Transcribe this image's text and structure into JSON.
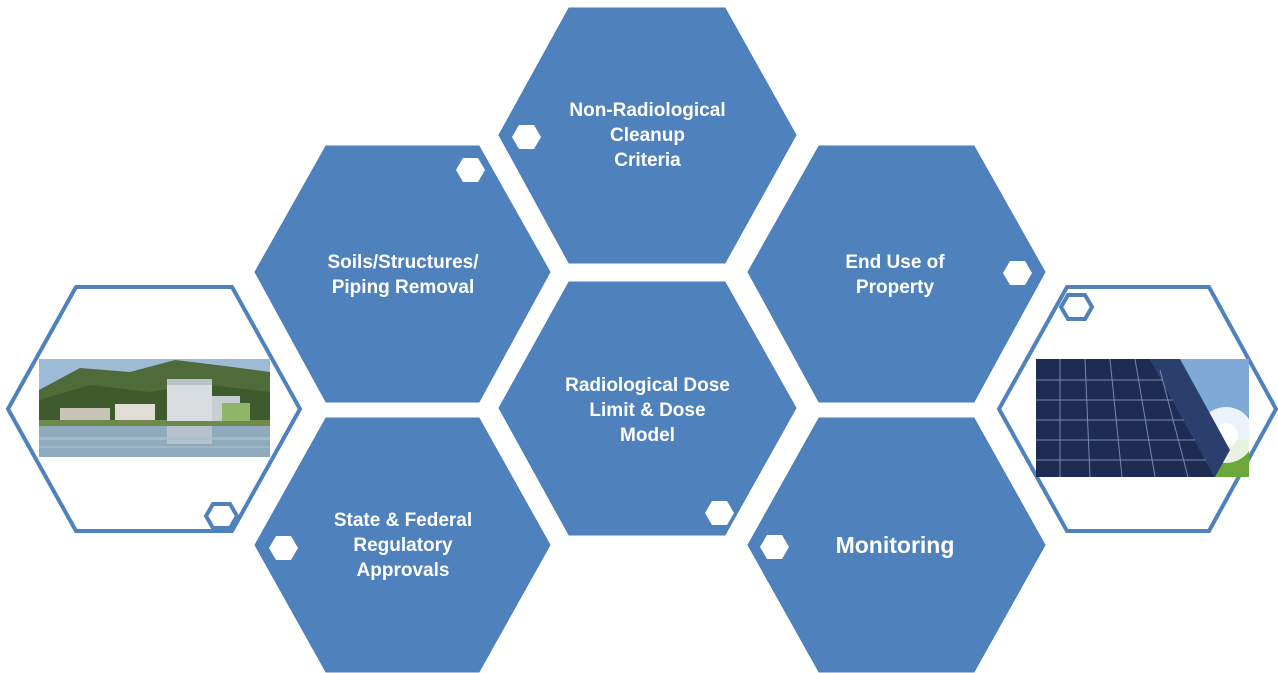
{
  "colors": {
    "hex_fill": "#4F81BD",
    "hex_border": "#4A7EBB",
    "accent_hex_fill": "#ffffff",
    "outline_hex_stroke": "#4F81BD"
  },
  "hexagons": [
    {
      "id": "non-radiological",
      "lines": [
        "Non-Radiological",
        "Cleanup",
        "Criteria"
      ]
    },
    {
      "id": "soils",
      "lines": [
        "Soils/Structures/",
        "Piping Removal"
      ]
    },
    {
      "id": "end-use",
      "lines": [
        "End Use of",
        "Property"
      ]
    },
    {
      "id": "radiological-dose",
      "lines": [
        "Radiological Dose",
        "Limit & Dose",
        "Model"
      ]
    },
    {
      "id": "regulatory",
      "lines": [
        "State & Federal",
        "Regulatory",
        "Approvals"
      ]
    },
    {
      "id": "monitoring",
      "lines": [
        "Monitoring"
      ]
    }
  ],
  "images": [
    {
      "id": "nuclear-plant",
      "icon": "nuclear-plant-photo"
    },
    {
      "id": "solar-panels",
      "icon": "solar-panel-photo"
    }
  ]
}
